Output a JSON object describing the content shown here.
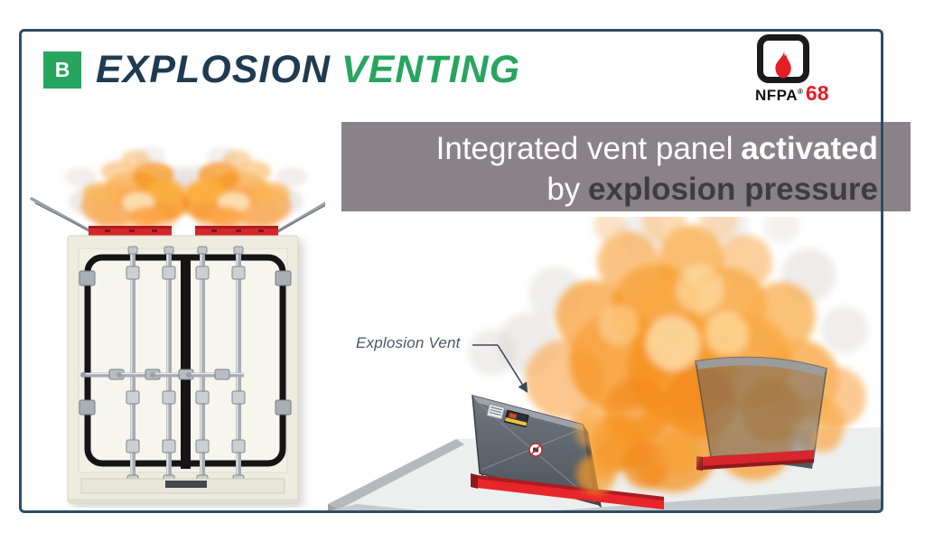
{
  "header": {
    "badge_label": "B",
    "title_word1": "EXPLOSION",
    "title_word2": "VENTING"
  },
  "nfpa_logo": {
    "org": "NFPA",
    "registered_mark": "®",
    "standard_number": "68"
  },
  "banner": {
    "line1_regular": "Integrated vent panel",
    "line1_bold": "activated",
    "line2_regular": "by",
    "line2_bold": "explosion pressure"
  },
  "annotations": {
    "explosion_vent_label": "Explosion Vent"
  },
  "icons": {
    "nfpa_flame": "flame-icon",
    "left_illustration": "enclosure-with-open-roof-vents-and-flames",
    "right_illustration": "rooftop-explosion-vent-panels-open-with-flames"
  },
  "palette": {
    "frame_border": "#2e4d63",
    "accent_green": "#27a55f",
    "accent_navy": "#203b50",
    "nfpa_red": "#e31e24",
    "banner_bg": "#8a8289",
    "banner_dark_text": "#3e3c40",
    "vent_red": "#d7262c",
    "flame_orange": "#f69320",
    "panel_gray": "#5a6067",
    "roof_gray": "#edeeee"
  }
}
